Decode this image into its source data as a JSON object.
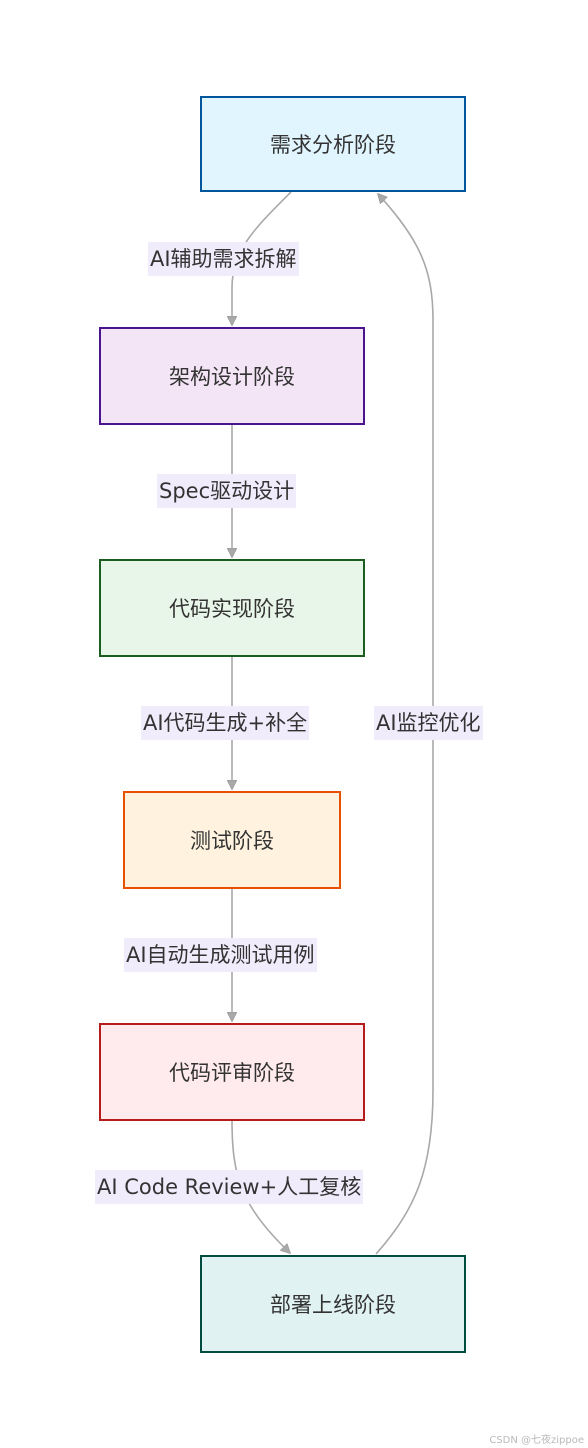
{
  "nodes": {
    "requirements": {
      "label": "需求分析阶段",
      "fill": "#e1f5fe",
      "stroke": "#01579b"
    },
    "architecture": {
      "label": "架构设计阶段",
      "fill": "#f3e5f5",
      "stroke": "#4a148c"
    },
    "implementation": {
      "label": "代码实现阶段",
      "fill": "#e8f5e9",
      "stroke": "#1b5e20"
    },
    "testing": {
      "label": "测试阶段",
      "fill": "#fff3e0",
      "stroke": "#e65100"
    },
    "review": {
      "label": "代码评审阶段",
      "fill": "#ffebee",
      "stroke": "#b71c1c"
    },
    "deployment": {
      "label": "部署上线阶段",
      "fill": "#e0f2f1",
      "stroke": "#004d40"
    }
  },
  "edges": {
    "req_to_arch": "AI辅助需求拆解",
    "arch_to_impl": "Spec驱动设计",
    "impl_to_test": "AI代码生成+补全",
    "test_to_review": "AI自动生成测试用例",
    "review_to_deploy": "AI Code Review+人工复核",
    "deploy_to_req": "AI监控优化"
  },
  "colors": {
    "edge_line": "#a9a9a9",
    "edge_label_bg": "#f1ecfb",
    "text": "#333333"
  },
  "watermark": "CSDN @七夜zippoe"
}
